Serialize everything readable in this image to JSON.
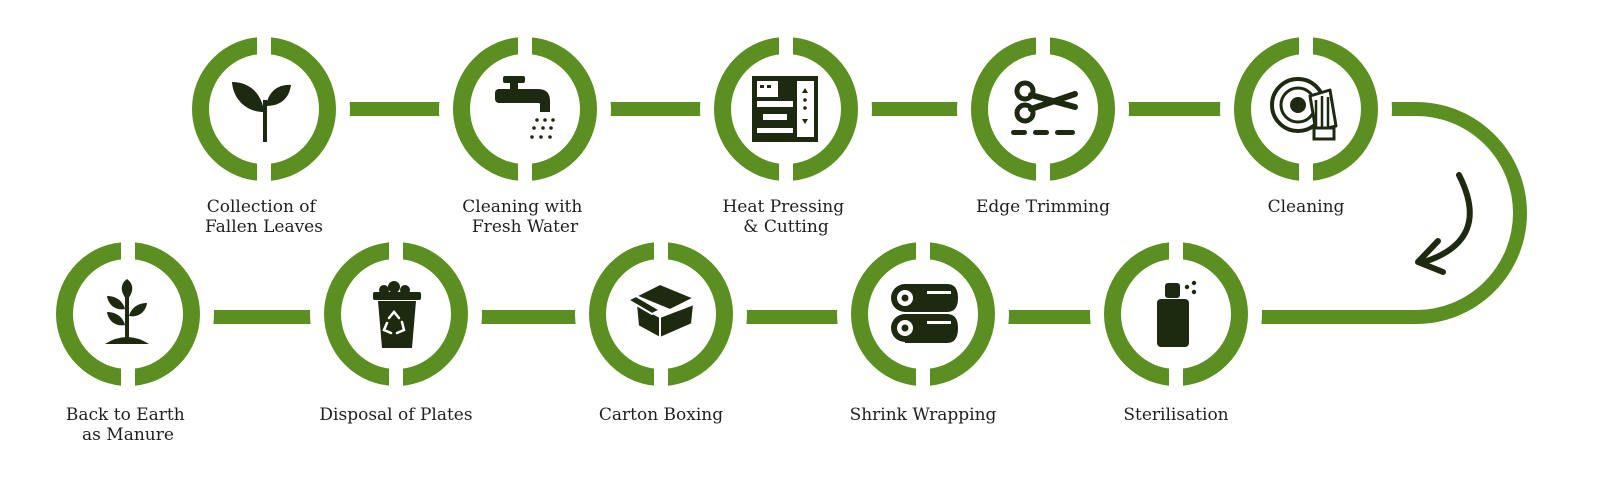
{
  "colors": {
    "ring_green": "#5b8f22",
    "icon_dark": "#1e2a10",
    "background": "#ffffff"
  },
  "flow_arrow": {
    "icon": "curved-arrow-icon"
  },
  "steps": [
    {
      "icon": "seedling-leaf-icon",
      "label_lines": [
        "Collection of",
        "Fallen Leaves"
      ]
    },
    {
      "icon": "water-tap-icon",
      "label_lines": [
        "Cleaning with",
        "Fresh Water"
      ]
    },
    {
      "icon": "press-machine-icon",
      "label_lines": [
        "Heat Pressing",
        "& Cutting"
      ]
    },
    {
      "icon": "scissors-trim-icon",
      "label_lines": [
        "Edge Trimming"
      ]
    },
    {
      "icon": "plate-wipe-icon",
      "label_lines": [
        "Cleaning"
      ]
    },
    {
      "icon": "spray-bottle-icon",
      "label_lines": [
        "Sterilisation"
      ]
    },
    {
      "icon": "shrink-roll-icon",
      "label_lines": [
        "Shrink Wrapping"
      ]
    },
    {
      "icon": "carton-box-icon",
      "label_lines": [
        "Carton Boxing"
      ]
    },
    {
      "icon": "recycle-bin-icon",
      "label_lines": [
        "Disposal of Plates"
      ]
    },
    {
      "icon": "plant-sprout-icon",
      "label_lines": [
        "Back to Earth",
        "as Manure"
      ]
    }
  ]
}
